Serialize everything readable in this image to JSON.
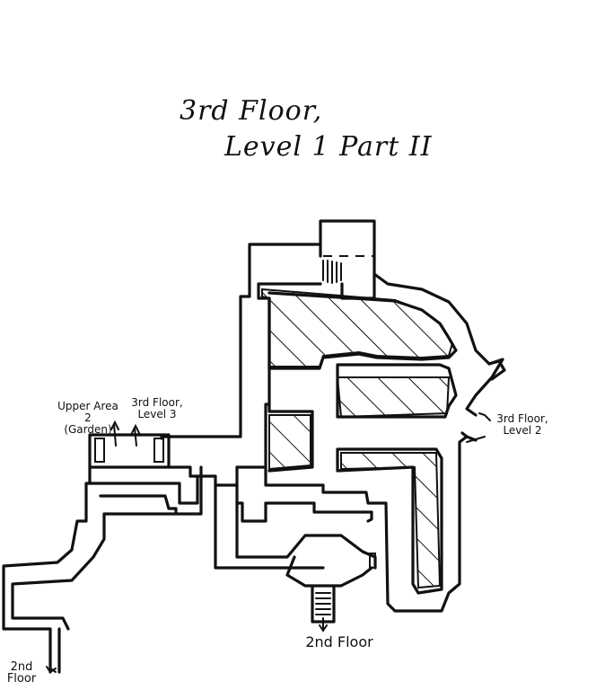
{
  "map": {
    "title_line1": "3rd Floor,",
    "title_line2": "Level 1  Part II",
    "labels": {
      "upper_area_line1": "Upper Area 2",
      "upper_area_line2": "(Garden)",
      "third_floor_level3_line1": "3rd Floor,",
      "third_floor_level3_line2": "Level 3",
      "third_floor_level2_line1": "3rd Floor,",
      "third_floor_level2_line2": "Level 2",
      "second_floor_bottom": "2nd Floor",
      "second_floor_left_line1": "2nd",
      "second_floor_left_line2": "Floor"
    }
  }
}
